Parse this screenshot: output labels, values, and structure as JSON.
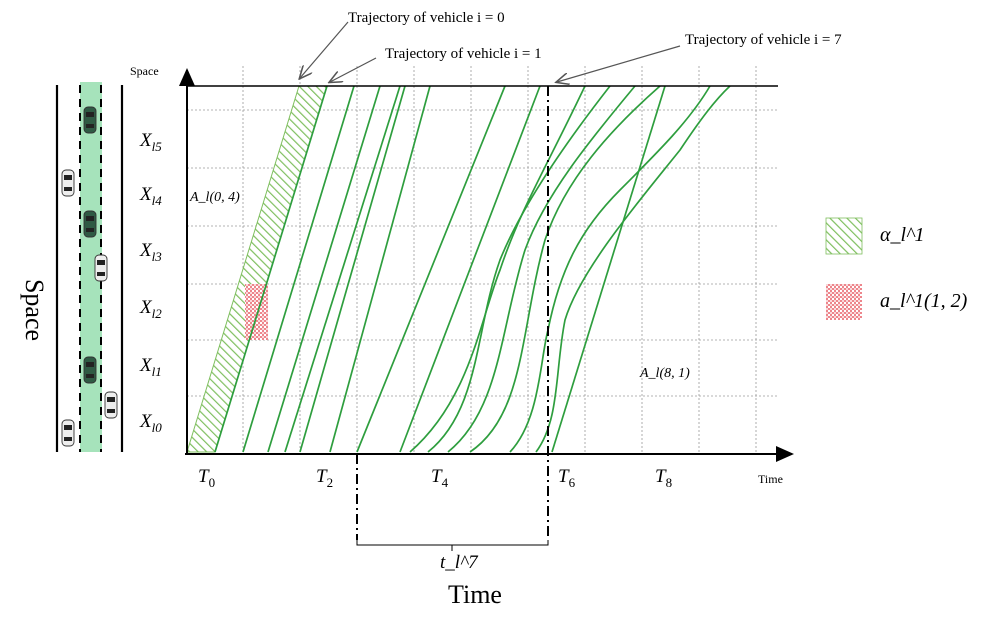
{
  "axes": {
    "y_axis_label": "Space",
    "x_axis_label": "Time",
    "x_tick_labels": [
      {
        "main": "T",
        "sub": "0"
      },
      {
        "main": "T",
        "sub": "2"
      },
      {
        "main": "T",
        "sub": "4"
      },
      {
        "main": "T",
        "sub": "6"
      },
      {
        "main": "T",
        "sub": "8"
      }
    ],
    "y_tick_labels": [
      {
        "main": "X",
        "sub": "l5"
      },
      {
        "main": "X",
        "sub": "l4"
      },
      {
        "main": "X",
        "sub": "l3"
      },
      {
        "main": "X",
        "sub": "l2"
      },
      {
        "main": "X",
        "sub": "l1"
      },
      {
        "main": "X",
        "sub": "l0"
      }
    ]
  },
  "side_titles": {
    "space": "Space",
    "time": "Time"
  },
  "annotations": {
    "vehicle_0": "Trajectory of vehicle i = 0",
    "vehicle_1": "Trajectory of vehicle i = 1",
    "vehicle_7": "Trajectory of vehicle i = 7",
    "region_a": "A_l(0, 4)",
    "region_b": "A_l(8, 1)",
    "brace": "t_l^7"
  },
  "legend": [
    {
      "key": "hatched",
      "label": "α_l^1",
      "color": "#7fbf5f"
    },
    {
      "key": "dotted",
      "label": "a_l^1(1, 2)",
      "color": "#e0303a"
    }
  ],
  "colors": {
    "trajectory": "#2e9e3e",
    "lane": "#a6e3bb",
    "grid": "#9a9a9a",
    "axis": "#000000"
  },
  "icons": [
    "car-icon"
  ]
}
